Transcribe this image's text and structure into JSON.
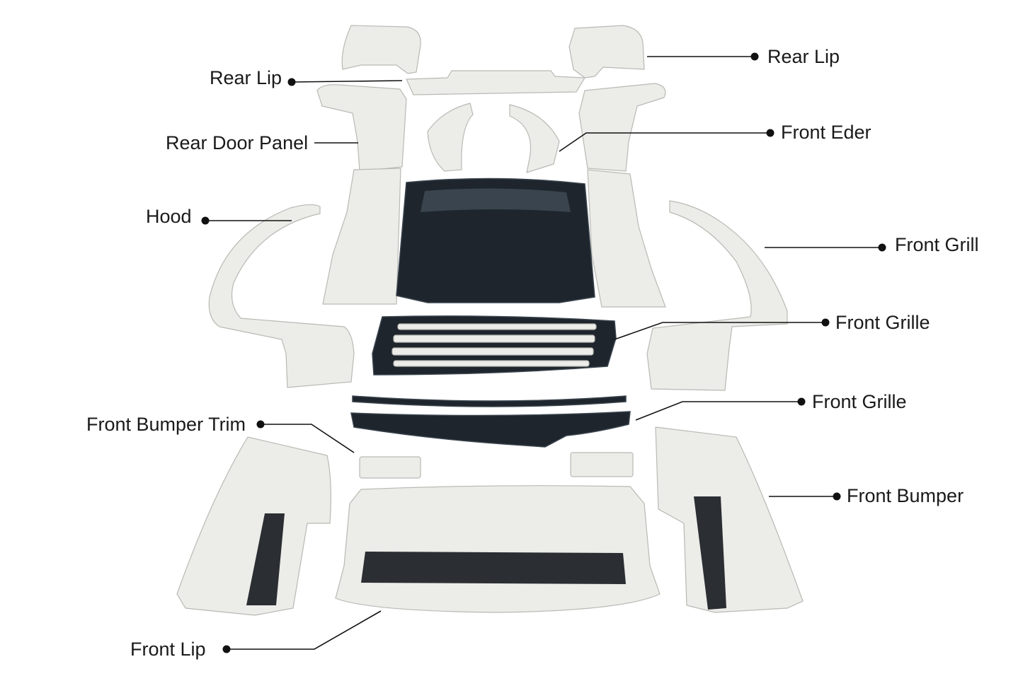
{
  "colors": {
    "part_white": "#ecece8",
    "part_shadow": "#cfcfca",
    "part_edge": "#b9b9b4",
    "part_dark": "#1e252c",
    "part_dark_hi": "#3a444e",
    "mesh": "#2b2f33",
    "leader": "#111111",
    "text": "#1a1a1a"
  },
  "labels": {
    "rear_lip_right": "Rear Lip",
    "rear_lip_left": "Rear Lip",
    "rear_door_panel": "Rear Door Panel",
    "front_eder": "Front Eder",
    "hood": "Hood",
    "front_grill": "Front Grill",
    "front_grille_upper": "Front Grille",
    "front_grille_lower": "Front Grille",
    "front_bumper_trim": "Front Bumper Trim",
    "front_bumper": "Front Bumper",
    "front_lip": "Front Lip"
  }
}
